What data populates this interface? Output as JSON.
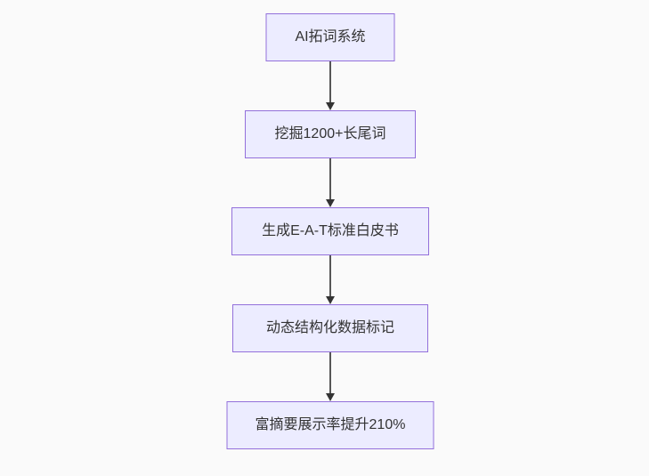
{
  "diagram": {
    "type": "flowchart-vertical",
    "colors": {
      "background": "#fafafa",
      "node_fill": "#ececff",
      "node_border": "#9370db",
      "text": "#333333",
      "arrow_line": "#565656",
      "arrow_head": "#333333"
    },
    "nodes": [
      {
        "id": "n1",
        "label": "AI拓词系统"
      },
      {
        "id": "n2",
        "label": "挖掘1200+长尾词"
      },
      {
        "id": "n3",
        "label": "生成E-A-T标准白皮书"
      },
      {
        "id": "n4",
        "label": "动态结构化数据标记"
      },
      {
        "id": "n5",
        "label": "富摘要展示率提升210%"
      }
    ],
    "edges": [
      {
        "from": "n1",
        "to": "n2"
      },
      {
        "from": "n2",
        "to": "n3"
      },
      {
        "from": "n3",
        "to": "n4"
      },
      {
        "from": "n4",
        "to": "n5"
      }
    ]
  }
}
